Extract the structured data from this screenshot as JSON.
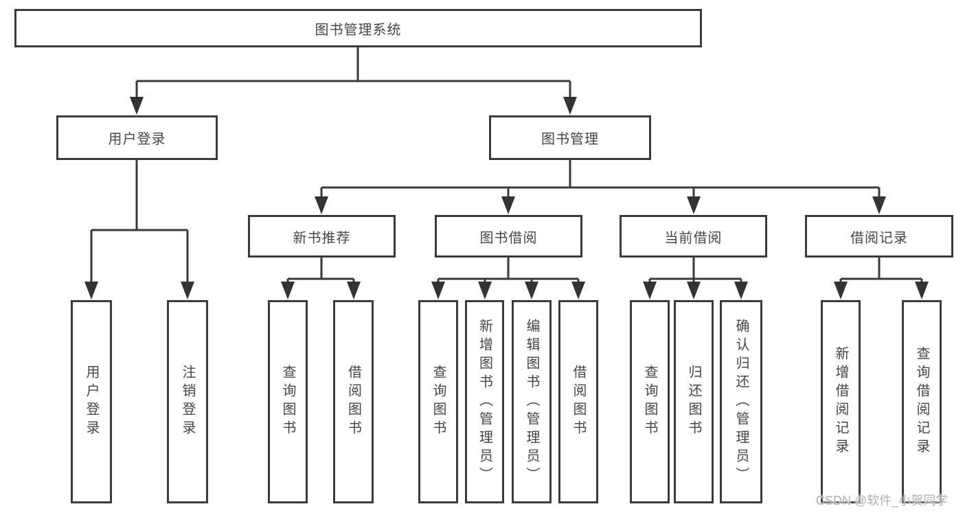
{
  "diagram": {
    "colors": {
      "line": "#3a3a3a",
      "box_border": "#3a3a3a",
      "box_fill": "#ffffff",
      "text": "#42454a",
      "watermark": "#aeaeae",
      "background": "#ffffff"
    },
    "watermark": "CSDN @软件_小贺同学",
    "nodes": {
      "root": "图书管理系统",
      "user_login": "用户登录",
      "book_mgmt": "图书管理",
      "new_book_rec": "新书推荐",
      "book_borrow": "图书借阅",
      "current_borrow": "当前借阅",
      "borrow_records": "借阅记录",
      "leaf_user_login": "用户登录",
      "leaf_logout": "注销登录",
      "leaf_query_book_1": "查询图书",
      "leaf_borrow_book_1": "借阅图书",
      "leaf_query_book_2": "查询图书",
      "leaf_add_book_admin": "新增图书（管理员）",
      "leaf_edit_book_admin": "编辑图书（管理员）",
      "leaf_borrow_book_2": "借阅图书",
      "leaf_query_book_3": "查询图书",
      "leaf_return_book": "归还图书",
      "leaf_confirm_return_admin": "确认归还（管理员）",
      "leaf_add_borrow_record": "新增借阅记录",
      "leaf_query_borrow_record": "查询借阅记录"
    }
  }
}
